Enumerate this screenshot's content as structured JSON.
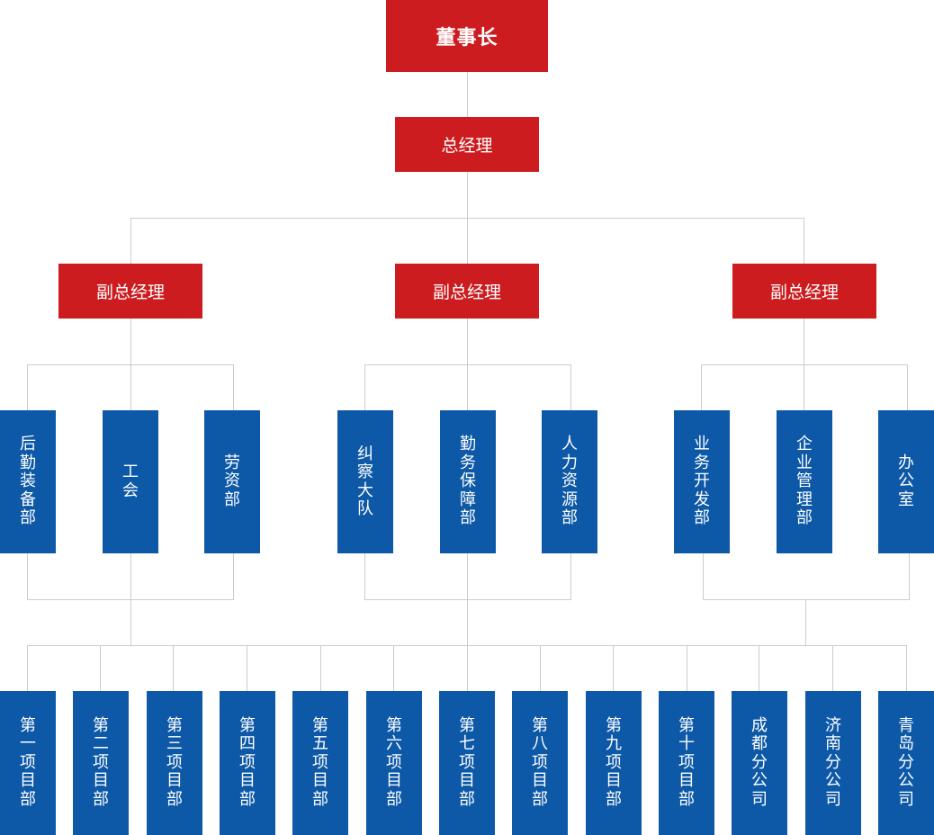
{
  "org_chart": {
    "chairman": "董事长",
    "general_manager": "总经理",
    "divisions": [
      {
        "title": "副总经理",
        "departments": [
          "后勤装备部",
          "工会",
          "劳资部"
        ]
      },
      {
        "title": "副总经理",
        "departments": [
          "纠察大队",
          "勤务保障部",
          "人力资源部"
        ]
      },
      {
        "title": "副总经理",
        "departments": [
          "业务开发部",
          "企业管理部",
          "办公室"
        ]
      }
    ],
    "units": [
      "第一项目部",
      "第二项目部",
      "第三项目部",
      "第四项目部",
      "第五项目部",
      "第六项目部",
      "第七项目部",
      "第八项目部",
      "第九项目部",
      "第十项目部",
      "成都分公司",
      "济南分公司",
      "青岛分公司"
    ]
  },
  "colors": {
    "exec_box": "#cc1c1f",
    "dept_box": "#0d59a8",
    "connector": "#cccccc",
    "text": "#ffffff"
  }
}
